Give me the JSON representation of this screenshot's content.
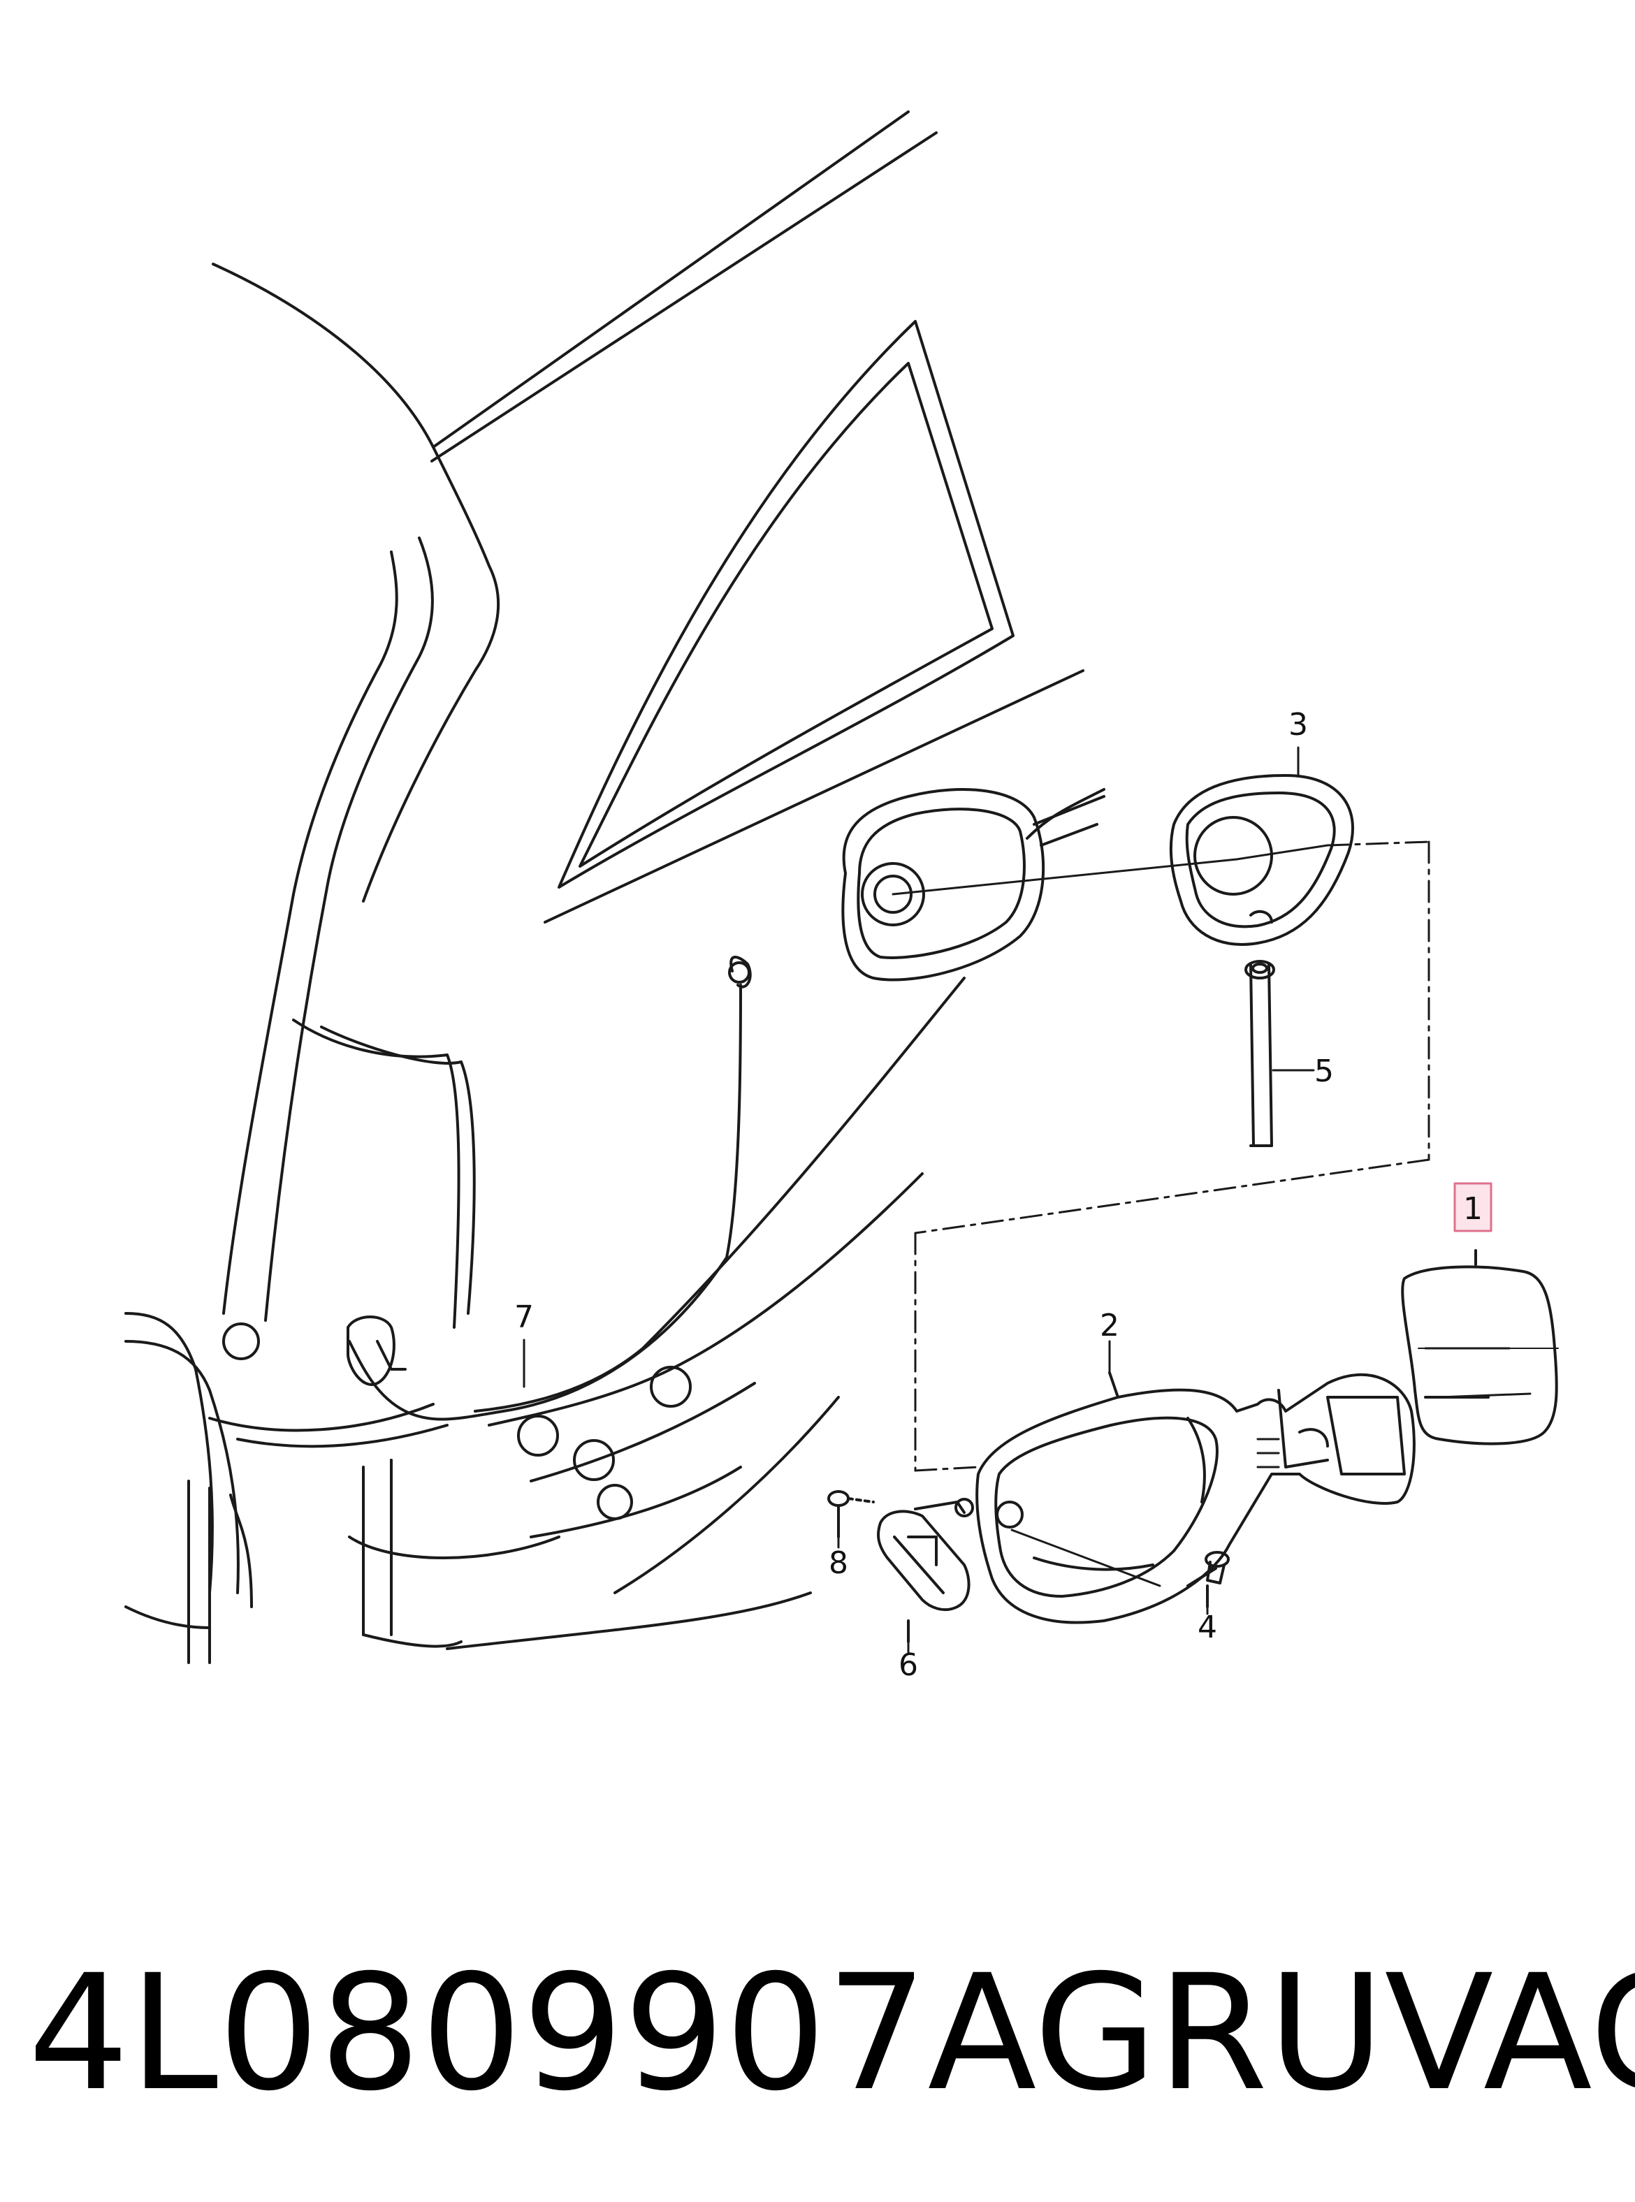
{
  "callouts": [
    {
      "id": "c1",
      "label": "1",
      "highlight": true
    },
    {
      "id": "c2",
      "label": "2"
    },
    {
      "id": "c3",
      "label": "3"
    },
    {
      "id": "c4",
      "label": "4"
    },
    {
      "id": "c5",
      "label": "5"
    },
    {
      "id": "c6",
      "label": "6"
    },
    {
      "id": "c7",
      "label": "7"
    },
    {
      "id": "c8",
      "label": "8"
    }
  ],
  "footer": {
    "part_number": "4L0809907AGRU",
    "brand": "VAG"
  },
  "colors": {
    "line": "#1a1a1a",
    "highlight_fill": "#fde4ea",
    "highlight_stroke": "#e0708c"
  }
}
